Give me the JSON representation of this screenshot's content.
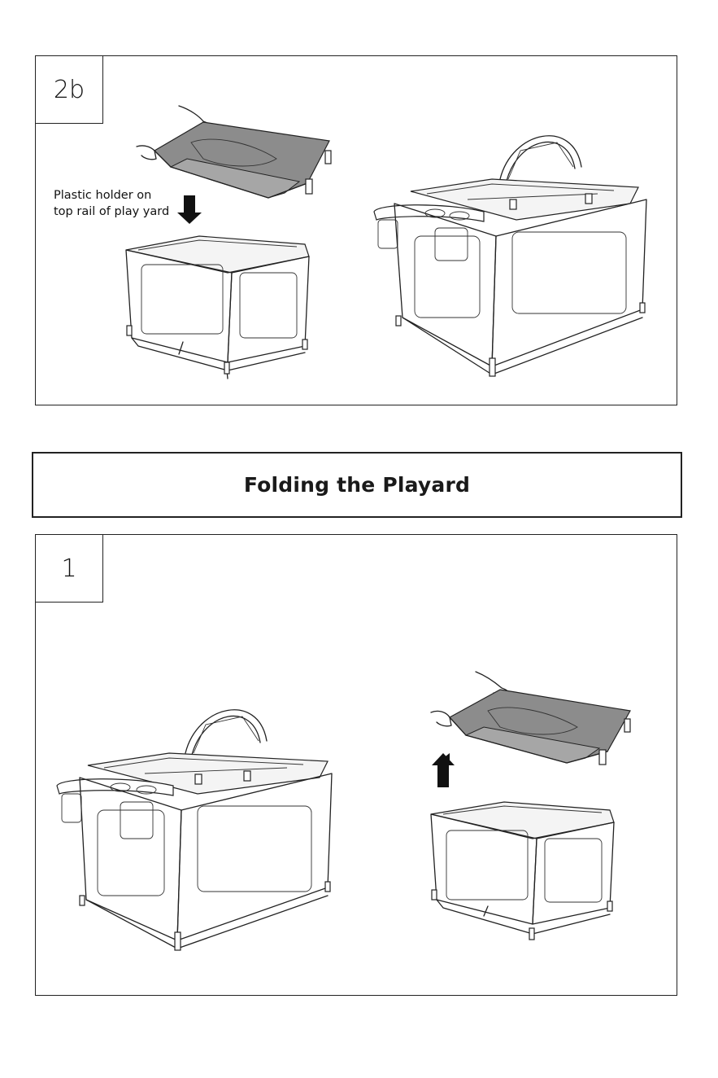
{
  "panels": {
    "step_2b": {
      "step_label": "2b",
      "caption_line1": "Plastic holder on",
      "caption_line2": "top rail of play yard"
    },
    "section_title": "Folding the Playard",
    "step_1": {
      "step_label": "1"
    }
  }
}
